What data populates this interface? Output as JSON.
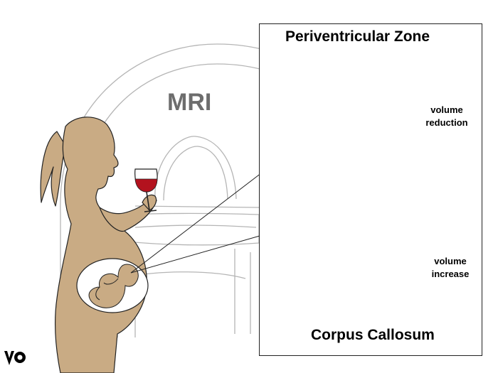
{
  "scene": {
    "scanner_label": "MRI",
    "colors": {
      "skin": "#c9ab84",
      "wine": "#b3121e",
      "pz_highlight": "#2fd3de",
      "cc_highlight": "#d4111b",
      "scanner_line": "#b5b5b5"
    }
  },
  "panel": {
    "top_section": {
      "title": "Periventricular Zone",
      "arrow_direction": "down",
      "note_line1": "volume",
      "note_line2": "reduction"
    },
    "bottom_section": {
      "title": "Corpus Callosum",
      "arrow_direction": "up",
      "note_line1": "volume",
      "note_line2": "increase"
    }
  },
  "logo": {
    "icon": "vp-logo-icon"
  }
}
